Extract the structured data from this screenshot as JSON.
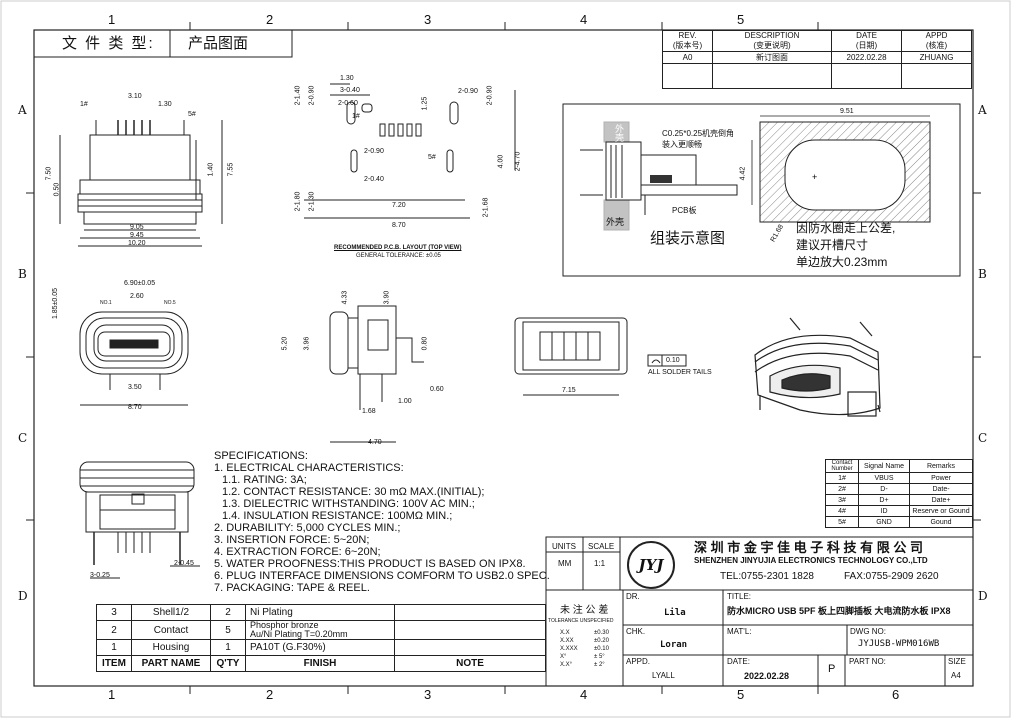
{
  "doc_type": {
    "label": "文 件 类 型:",
    "value": "产品图面"
  },
  "grid": {
    "cols": [
      "1",
      "2",
      "3",
      "4",
      "5",
      "6"
    ],
    "rows": [
      "A",
      "B",
      "C",
      "D"
    ]
  },
  "revision": {
    "headers": [
      "REV.\n(版本号)",
      "DESCRIPTION\n(变更说明)",
      "DATE\n(日期)",
      "APPD\n(核准)"
    ],
    "header_top": [
      "REV.",
      "DESCRIPTION",
      "DATE",
      "APPD"
    ],
    "header_bottom": [
      "(版本号)",
      "(变更说明)",
      "(日期)",
      "(核准)"
    ],
    "rows": [
      [
        "A0",
        "新订图面",
        "2022.02.28",
        "ZHUANG"
      ]
    ]
  },
  "top_left_view": {
    "dims": [
      "3.10",
      "1.30",
      "1#",
      "5#",
      "7.50",
      "0.50",
      "1.40",
      "7.55",
      "9.05",
      "9.45",
      "10.20"
    ]
  },
  "pcb_layout": {
    "dims": [
      "1.30",
      "3-0.40",
      "2-1.40",
      "2-0.90",
      "2-0.60",
      "2-0.90",
      "1.25",
      "2-0.90",
      "2-0.90",
      "5#",
      "1#",
      "2-0.40",
      "7.20",
      "8.70",
      "2-1.80",
      "2-1.30",
      "4.00",
      "2-4.70",
      "2-1.68"
    ],
    "title": "RECOMMENDED P.C.B. LAYOUT (TOP VIEW)",
    "tolerance": "GENERAL TOLERANCE: ±0.05"
  },
  "assembly": {
    "outer_shell_top": "外壳",
    "outer_shell_bottom": "外壳",
    "chamfer_note": "C0.25*0.25机壳倒角",
    "install_note": "装入更顺畅",
    "pcb_label": "PCB板",
    "title": "组装示意图",
    "dim_951": "9.51",
    "dim_442": "4.42",
    "dim_r": "R1.68",
    "note_line1": "因防水圈走上公差,",
    "note_line2": "建议开槽尺寸",
    "note_line3": "单边放大0.23mm"
  },
  "front_view": {
    "dims": [
      "6.90±0.05",
      "2.60",
      "1.85±0.05",
      "NO.1",
      "NO.5",
      "3.50",
      "8.70"
    ]
  },
  "side_view": {
    "dims": [
      "4.33",
      "3.90",
      "5.20",
      "3.96",
      "0.80",
      "0.60",
      "1.68",
      "1.00",
      "4.70"
    ]
  },
  "bottom_view": {
    "dims": [
      "0.10",
      "ALL SOLDER TAILS",
      "7.15"
    ]
  },
  "rear_view": {
    "dims": [
      "3-0.25",
      "2-0.45"
    ]
  },
  "specs": {
    "lines": [
      "SPECIFICATIONS:",
      "1. ELECTRICAL CHARACTERISTICS:",
      "  1.1. RATING: 3A;",
      "  1.2. CONTACT RESISTANCE: 30 mΩ MAX.(INITIAL);",
      "  1.3. DIELECTRIC WITHSTANDING: 100V AC MIN.;",
      "  1.4. INSULATION RESISTANCE: 100MΩ MIN.;",
      "2. DURABILITY: 5,000 CYCLES MIN.;",
      "3. INSERTION FORCE: 5~20N;",
      "4. EXTRACTION FORCE: 6~20N;",
      "5. WATER PROOFNESS:THIS PRODUCT IS BASED ON IPX8.",
      "6. PLUG INTERFACE DIMENSIONS COMFORM TO USB2.0 SPEC.",
      "7. PACKAGING: TAPE & REEL."
    ]
  },
  "pins": {
    "headers": [
      "Contact Number",
      "Signal Name",
      "Remarks"
    ],
    "rows": [
      [
        "1#",
        "VBUS",
        "Power"
      ],
      [
        "2#",
        "D-",
        "Date-"
      ],
      [
        "3#",
        "D+",
        "Date+"
      ],
      [
        "4#",
        "ID",
        "Reserve or Gound"
      ],
      [
        "5#",
        "GND",
        "Gound"
      ]
    ]
  },
  "bom": {
    "headers": [
      "ITEM",
      "PART NAME",
      "Q'TY",
      "FINISH",
      "NOTE"
    ],
    "rows": [
      [
        "3",
        "Shell1/2",
        "2",
        "Ni Plating",
        ""
      ],
      [
        "2",
        "Contact",
        "5",
        "Phosphor bronze / Au/Ni Plating T=0.20mm",
        ""
      ],
      [
        "1",
        "Housing",
        "1",
        "PA10T (G.F30%)",
        ""
      ]
    ],
    "finish_line1": "Phosphor bronze",
    "finish_line2": "Au/Ni  Plating  T=0.20mm"
  },
  "title_block": {
    "units_label": "UNITS",
    "units_value": "MM",
    "scale_label": "SCALE",
    "scale_value": "1:1",
    "logo": "JYJ",
    "company_cn": "深 圳 市 金 宇 佳 电 子 科 技 有 限 公 司",
    "company_en": "SHENZHEN JINYUJIA ELECTRONICS TECHNOLOGY CO.,LTD",
    "tel": "TEL:0755-2301 1828",
    "fax": "FAX:0755-2909 2620",
    "tol_cn": "未 注 公 差",
    "tol_en": "TOLERANCE UNSPECIFIED",
    "tol_rows": [
      [
        "X.X",
        "±0.30"
      ],
      [
        "X.XX",
        "±0.20"
      ],
      [
        "X.XXX",
        "±0.10"
      ],
      [
        "X°",
        "± 5°"
      ],
      [
        "X.X°",
        "± 2°"
      ]
    ],
    "dr_label": "DR.",
    "dr_value": "Lila",
    "chk_label": "CHK.",
    "chk_value": "Loran",
    "appd_label": "APPD.",
    "appd_value": "LYALL",
    "title_label": "TITLE:",
    "title_value": "防水MICRO USB 5PF 板上四脚插板 大电流防水板 IPX8",
    "matl_label": "MAT'L:",
    "dwg_label": "DWG NO:",
    "dwg_value": "JYJUSB-WPM016WB",
    "date_label": "DATE:",
    "date_value": "2022.02.28",
    "p_label": "P",
    "partno_label": "PART NO:",
    "size_label": "SIZE",
    "size_value": "A4"
  }
}
